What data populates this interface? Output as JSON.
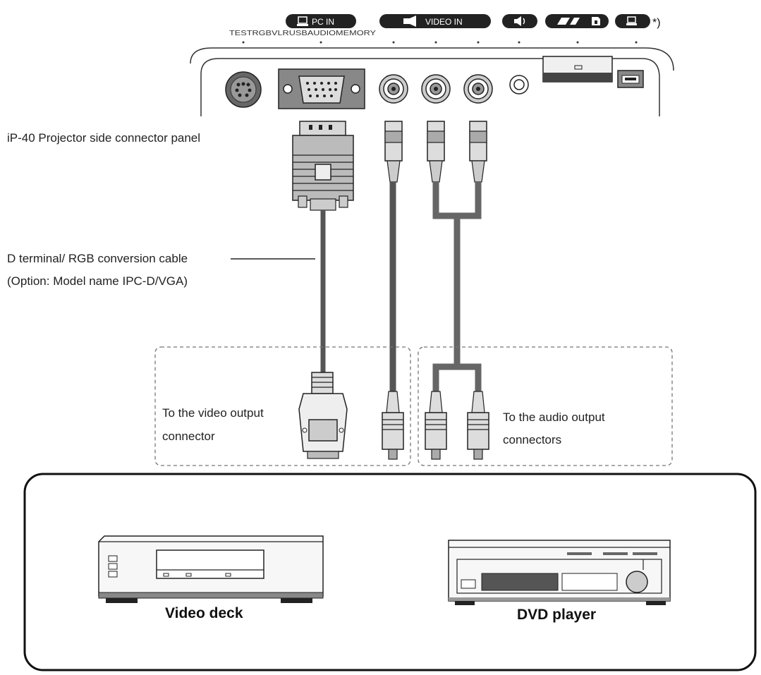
{
  "panel": {
    "badge_pc_in": "PC IN",
    "badge_video_in": "VIDEO IN",
    "footnote_mark": "*)",
    "port_labels": "TESTRGBVLRUSBAUDIOMEMORY"
  },
  "labels": {
    "projector_panel": "iP-40 Projector side connector panel",
    "cable_line1": "D terminal/ RGB conversion cable",
    "cable_line2": "(Option: Model name IPC-D/VGA)",
    "video_output_line1": "To the video output",
    "video_output_line2": "connector",
    "audio_output_line1": "To the audio output",
    "audio_output_line2": "connectors"
  },
  "devices": {
    "video_deck": "Video deck",
    "dvd_player": "DVD player"
  }
}
